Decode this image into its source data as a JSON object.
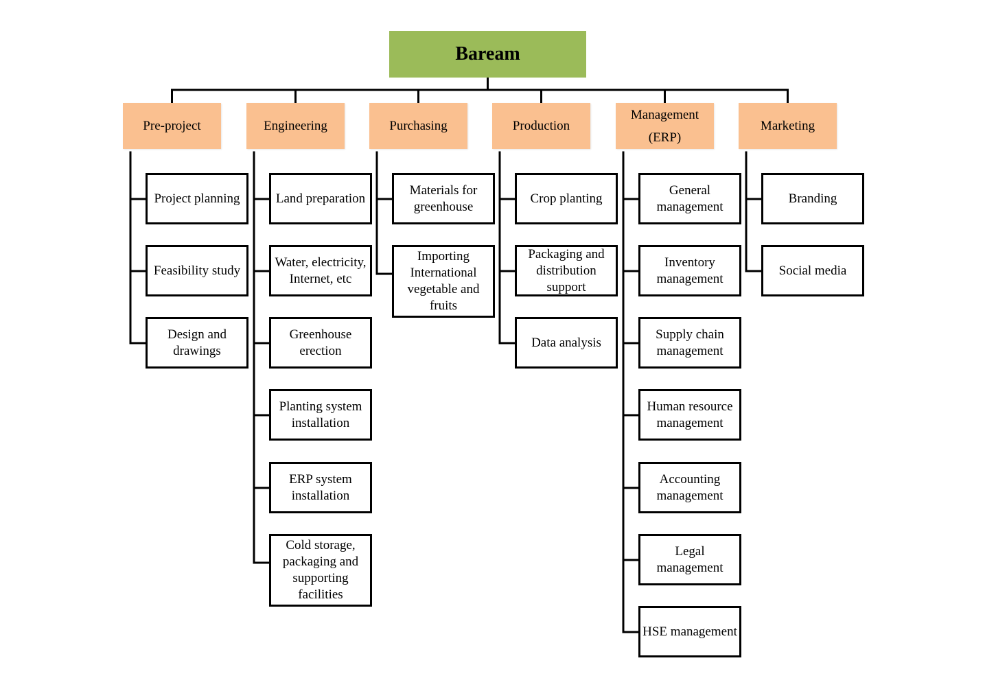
{
  "colors": {
    "root_fill": "#9bbb59",
    "category_fill": "#fac090",
    "task_fill": "#ffffff",
    "line": "#000000"
  },
  "root": {
    "label": "Baream"
  },
  "categories": [
    {
      "id": "pre-project",
      "label": "Pre-project",
      "tasks": [
        "Project planning",
        "Feasibility study",
        "Design and\ndrawings"
      ]
    },
    {
      "id": "engineering",
      "label": "Engineering",
      "tasks": [
        "Land preparation",
        "Water, electricity,\nInternet, etc",
        "Greenhouse\nerection",
        "Planting system\ninstallation",
        "ERP system\ninstallation",
        "Cold storage,\npackaging and\nsupporting\nfacilities"
      ]
    },
    {
      "id": "purchasing",
      "label": "Purchasing",
      "tasks": [
        "Materials for\ngreenhouse",
        "Importing\nInternational\nvegetable and\nfruits"
      ]
    },
    {
      "id": "production",
      "label": "Production",
      "tasks": [
        "Crop planting",
        "Packaging and\ndistribution\nsupport",
        "Data analysis"
      ]
    },
    {
      "id": "management",
      "label": "Management\n(ERP)",
      "tasks": [
        "General\nmanagement",
        "Inventory\nmanagement",
        "Supply chain\nmanagement",
        "Human resource\nmanagement",
        "Accounting\nmanagement",
        "Legal\nmanagement",
        "HSE management"
      ]
    },
    {
      "id": "marketing",
      "label": "Marketing",
      "tasks": [
        "Branding",
        "Social media"
      ]
    }
  ]
}
